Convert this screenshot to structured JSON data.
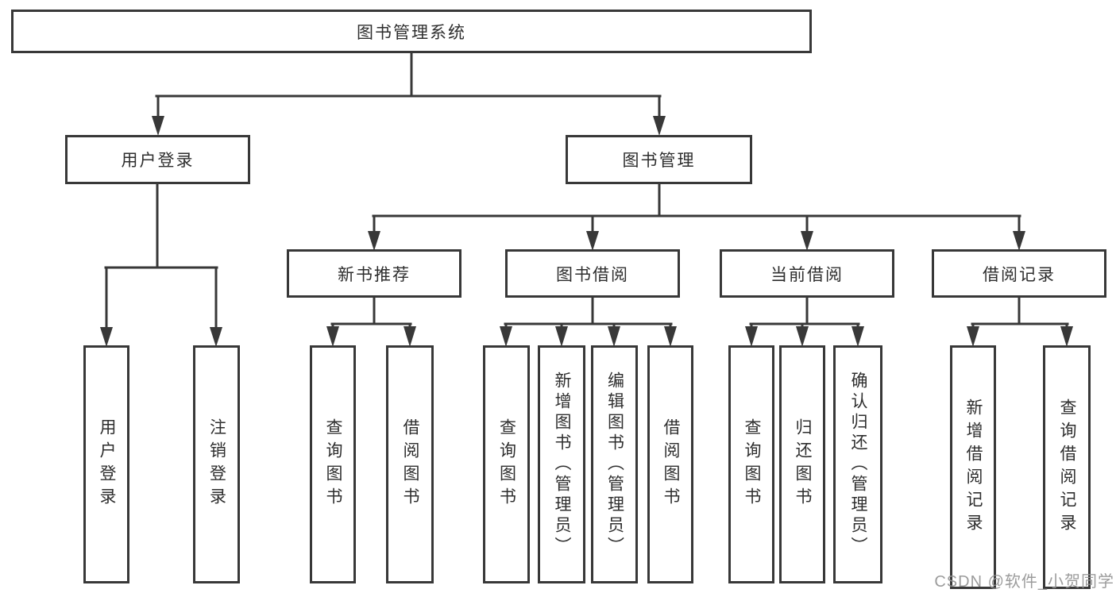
{
  "diagram": {
    "root": "图书管理系统",
    "branches": [
      {
        "label": "用户登录",
        "leaves": [
          "用户登录",
          "注销登录"
        ]
      },
      {
        "label": "图书管理",
        "children": [
          {
            "label": "新书推荐",
            "leaves": [
              "查询图书",
              "借阅图书"
            ]
          },
          {
            "label": "图书借阅",
            "leaves": [
              "查询图书",
              "新增图书（管理员）",
              "编辑图书（管理员）",
              "借阅图书"
            ]
          },
          {
            "label": "当前借阅",
            "leaves": [
              "查询图书",
              "归还图书",
              "确认归还（管理员）"
            ]
          },
          {
            "label": "借阅记录",
            "leaves": [
              "新增借阅记录",
              "查询借阅记录"
            ]
          }
        ]
      }
    ]
  },
  "watermark": "CSDN @软件_小贺同学",
  "colors": {
    "line": "#383838",
    "box_border": "#383838",
    "text": "#2e2e2e",
    "watermark_gray": "#949494",
    "background": "#ffffff"
  }
}
